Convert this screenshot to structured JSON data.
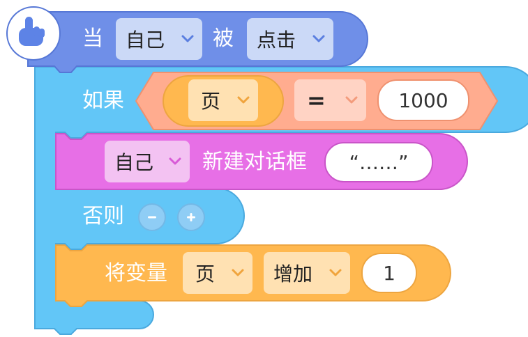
{
  "event_block": {
    "when_label": "当",
    "target_value": "自己",
    "action_value": "点击",
    "connector_label": "被",
    "icon": "hand-pointer-icon"
  },
  "if_block": {
    "if_label": "如果",
    "else_label": "否则",
    "condition": {
      "variable_value": "页",
      "operator_value": "=",
      "compare_value": "1000"
    }
  },
  "dialog_block": {
    "target_value": "自己",
    "label": "新建对话框",
    "text_value": "“……”"
  },
  "change_var_block": {
    "label": "将变量",
    "variable_value": "页",
    "mode_value": "增加",
    "amount_value": "1"
  },
  "colors": {
    "event": "#6f8fe8",
    "control": "#62c6f7",
    "operator": "#ffac8f",
    "looks": "#e76fe6",
    "variable": "#ffb84f"
  }
}
